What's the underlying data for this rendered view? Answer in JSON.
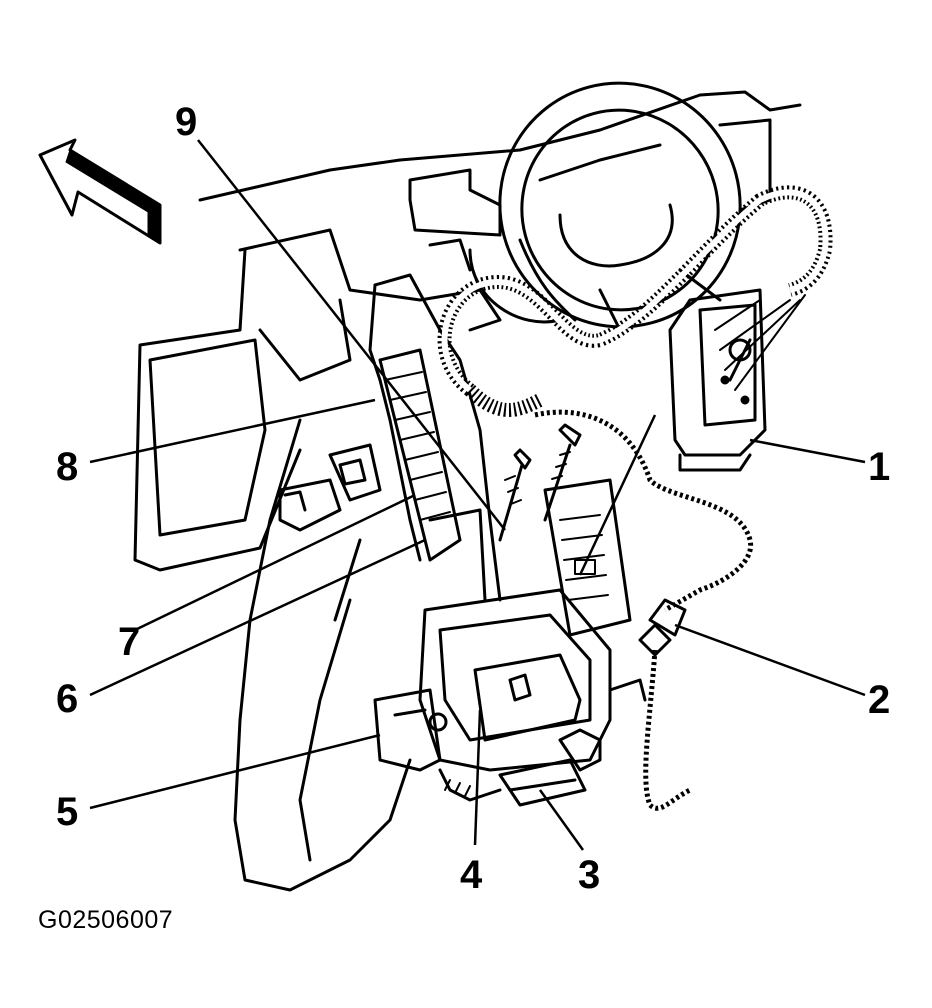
{
  "figure_id": "G02506007",
  "callouts": [
    {
      "label": "1"
    },
    {
      "label": "2"
    },
    {
      "label": "3"
    },
    {
      "label": "4"
    },
    {
      "label": "5"
    },
    {
      "label": "6"
    },
    {
      "label": "7"
    },
    {
      "label": "8"
    },
    {
      "label": "9"
    }
  ]
}
